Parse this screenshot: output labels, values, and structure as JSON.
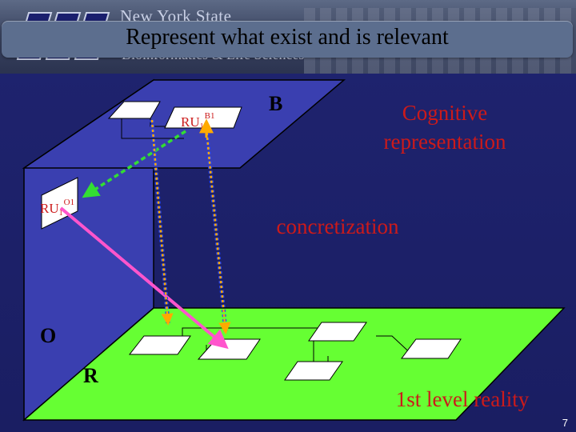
{
  "header": {
    "org_line1": "New York State",
    "org_line2": "Bioinformatics & Life Sciences",
    "title": "Represent what exist and is relevant"
  },
  "diagram": {
    "planes": {
      "b_label": "B",
      "o_label": "O",
      "r_label": "R"
    },
    "ru_b1": {
      "base": "RU",
      "sub": "1",
      "sup": "B1"
    },
    "ru_o1": {
      "base": "RU",
      "sub": "1",
      "sup": "O1"
    },
    "cognitive_line1": "Cognitive",
    "cognitive_line2": "representation",
    "concretization": "concretization",
    "reality": "1st level reality"
  },
  "colors": {
    "background": "#1f2470",
    "reality_plane": "#66ff33",
    "label_red": "#cc1a1a",
    "pink_arrow": "#ff55cc",
    "orange_arrow": "#ffaa00",
    "green_dashed_arrow": "#33dd33",
    "blue_dotted": "#2244ff"
  },
  "page_number": "7"
}
